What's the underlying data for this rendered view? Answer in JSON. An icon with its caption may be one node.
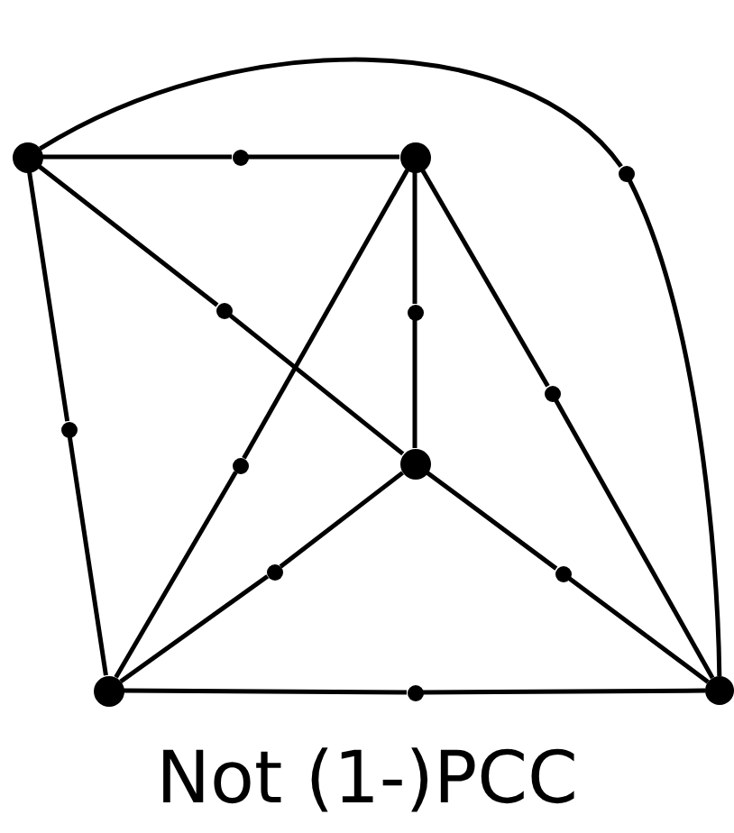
{
  "diagram": {
    "caption": "Not (1-)PCC",
    "nodes": [
      {
        "text": [],
        "shape": "circle"
      },
      {
        "text": [],
        "shape": "circle"
      },
      {
        "text": [],
        "shape": "circle"
      },
      {
        "text": [],
        "shape": "circle"
      },
      {
        "text": [],
        "shape": "circle"
      },
      {
        "text": [],
        "shape": "circle"
      },
      {
        "text": [],
        "shape": "circle"
      },
      {
        "text": [],
        "shape": "circle"
      },
      {
        "text": [],
        "shape": "circle"
      },
      {
        "text": [],
        "shape": "circle"
      },
      {
        "text": [],
        "shape": "circle"
      },
      {
        "text": [],
        "shape": "circle"
      },
      {
        "text": [],
        "shape": "circle"
      },
      {
        "text": [],
        "shape": "circle"
      },
      {
        "text": [],
        "shape": "circle"
      }
    ],
    "edges": [
      {
        "from": 0,
        "to": 5,
        "arrow": "none"
      },
      {
        "from": 5,
        "to": 1,
        "arrow": "none"
      },
      {
        "from": 0,
        "to": 7,
        "arrow": "none"
      },
      {
        "from": 7,
        "to": 2,
        "arrow": "none"
      },
      {
        "from": 0,
        "to": 10,
        "arrow": "none"
      },
      {
        "from": 10,
        "to": 3,
        "arrow": "none"
      },
      {
        "from": 0,
        "to": 6,
        "arrow": "none"
      },
      {
        "from": 6,
        "to": 4,
        "arrow": "none"
      },
      {
        "from": 1,
        "to": 8,
        "arrow": "none"
      },
      {
        "from": 8,
        "to": 2,
        "arrow": "none"
      },
      {
        "from": 1,
        "to": 11,
        "arrow": "none"
      },
      {
        "from": 11,
        "to": 3,
        "arrow": "none"
      },
      {
        "from": 1,
        "to": 9,
        "arrow": "none"
      },
      {
        "from": 9,
        "to": 4,
        "arrow": "none"
      },
      {
        "from": 2,
        "to": 12,
        "arrow": "none"
      },
      {
        "from": 12,
        "to": 3,
        "arrow": "none"
      },
      {
        "from": 2,
        "to": 13,
        "arrow": "none"
      },
      {
        "from": 13,
        "to": 4,
        "arrow": "none"
      },
      {
        "from": 3,
        "to": 14,
        "arrow": "none"
      },
      {
        "from": 14,
        "to": 4,
        "arrow": "none"
      }
    ]
  }
}
